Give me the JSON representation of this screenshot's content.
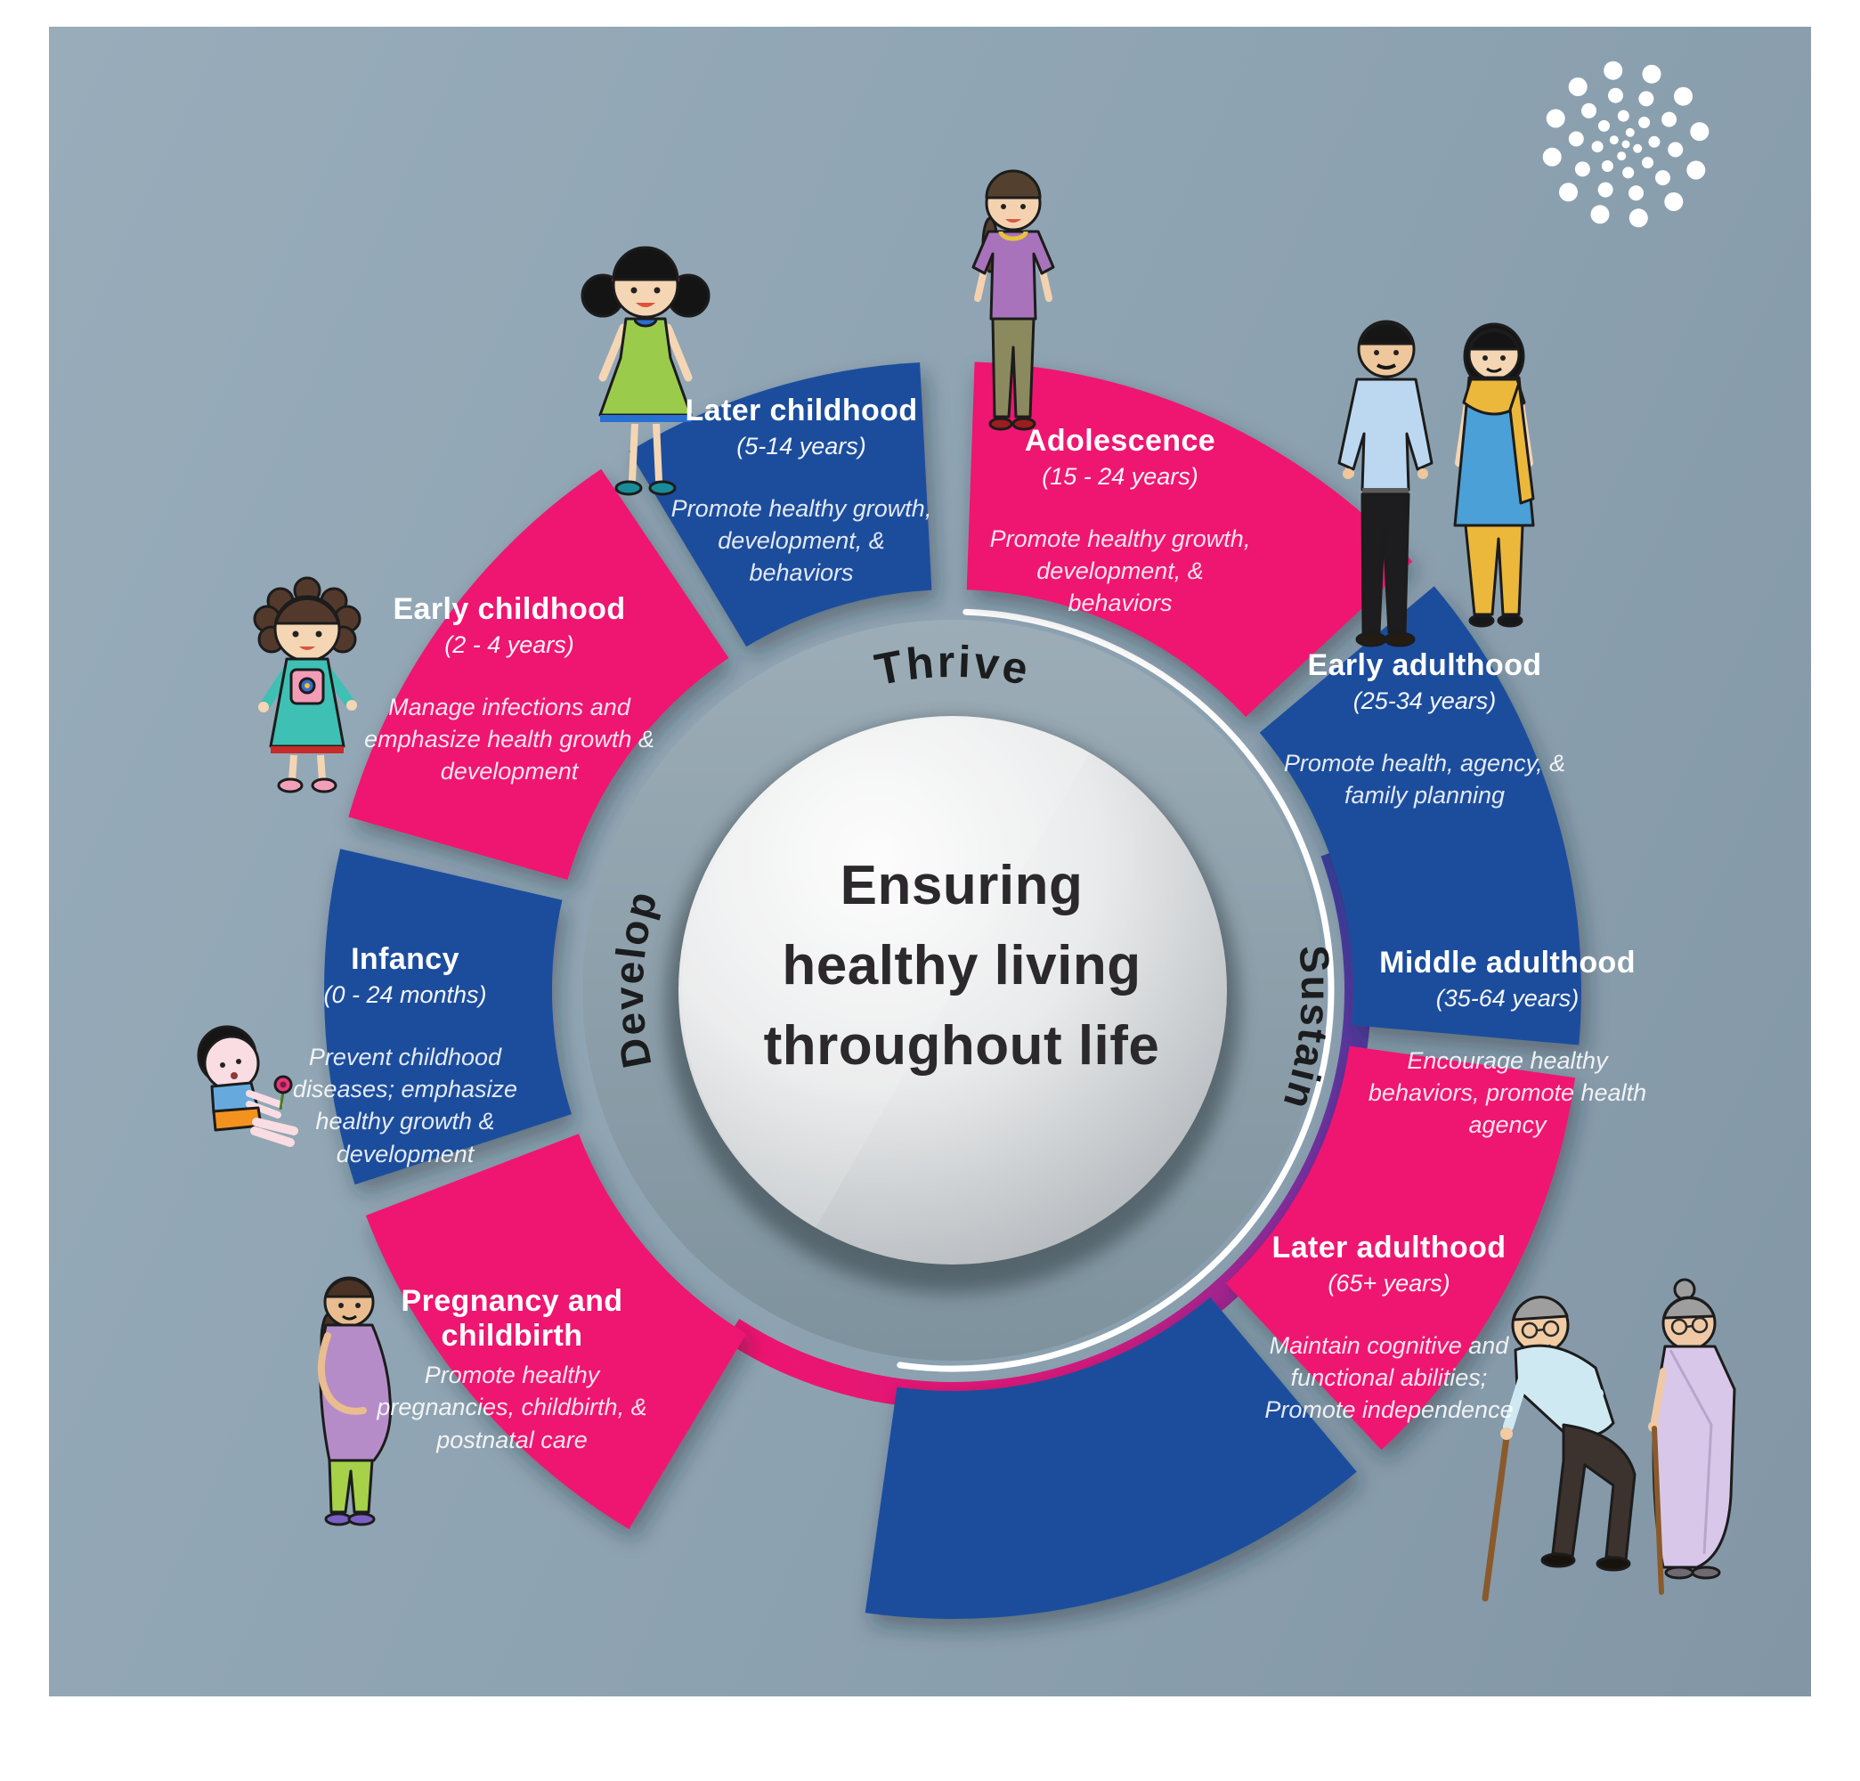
{
  "center": {
    "title_lines": [
      "Ensuring",
      "healthy living",
      "throughout life"
    ]
  },
  "ring_labels": {
    "top": "Thrive",
    "left": "Develop",
    "right": "Sustain"
  },
  "colors": {
    "blue": "#1d4e9d",
    "pink": "#ee1470",
    "background": "#8da2b1",
    "frame": "#ffffff",
    "band_top": "#9cadb7",
    "band_bottom": "#7e929d",
    "arc_blue_purple": "#3b3f9e",
    "arc_purple": "#7b2f9e",
    "arc_magenta": "#cf1a7e",
    "arc_pink": "#ee1470",
    "center_text": "#2b292c",
    "ring_text": "#1b1c1e"
  },
  "segments": [
    {
      "id": "later-childhood",
      "title": "Later childhood",
      "years": "(5-14 years)",
      "description": "Promote healthy growth, development, & behaviors",
      "color": "blue"
    },
    {
      "id": "adolescence",
      "title": "Adolescence",
      "years": "(15 - 24 years)",
      "description": "Promote healthy growth, development, & behaviors",
      "color": "pink"
    },
    {
      "id": "early-adulthood",
      "title": "Early adulthood",
      "years": "(25-34 years)",
      "description": "Promote health, agency, & family planning",
      "color": "blue"
    },
    {
      "id": "middle-adulthood",
      "title": "Middle adulthood",
      "years": "(35-64 years)",
      "description": "Encourage healthy behaviors, promote health agency",
      "color": "pink"
    },
    {
      "id": "later-adulthood",
      "title": "Later adulthood",
      "years": "(65+ years)",
      "description": "Maintain cognitive and functional abilities; Promote independence",
      "color": "blue"
    },
    {
      "id": "pregnancy-and-childbirth",
      "title": "Pregnancy and childbirth",
      "years": "",
      "description": "Promote healthy pregnancies, childbirth, & postnatal care",
      "color": "pink"
    },
    {
      "id": "infancy",
      "title": "Infancy",
      "years": "(0 - 24 months)",
      "description": "Prevent childhood diseases; emphasize healthy growth & development",
      "color": "blue"
    },
    {
      "id": "early-childhood",
      "title": "Early childhood",
      "years": "(2 - 4 years)",
      "description": "Manage infections and emphasize health growth & development",
      "color": "pink"
    }
  ],
  "figures": [
    {
      "segment": "later-childhood",
      "depicts": "girl with pigtails in green dress"
    },
    {
      "segment": "adolescence",
      "depicts": "teenage girl in purple top"
    },
    {
      "segment": "early-adulthood",
      "depicts": "young adult couple"
    },
    {
      "segment": "later-adulthood",
      "depicts": "elderly couple with walking canes"
    },
    {
      "segment": "pregnancy-and-childbirth",
      "depicts": "pregnant woman"
    },
    {
      "segment": "infancy",
      "depicts": "baby holding a flower"
    },
    {
      "segment": "early-childhood",
      "depicts": "toddler girl in teal dress"
    }
  ],
  "logo": {
    "icon": "concentric-dots-logo"
  }
}
